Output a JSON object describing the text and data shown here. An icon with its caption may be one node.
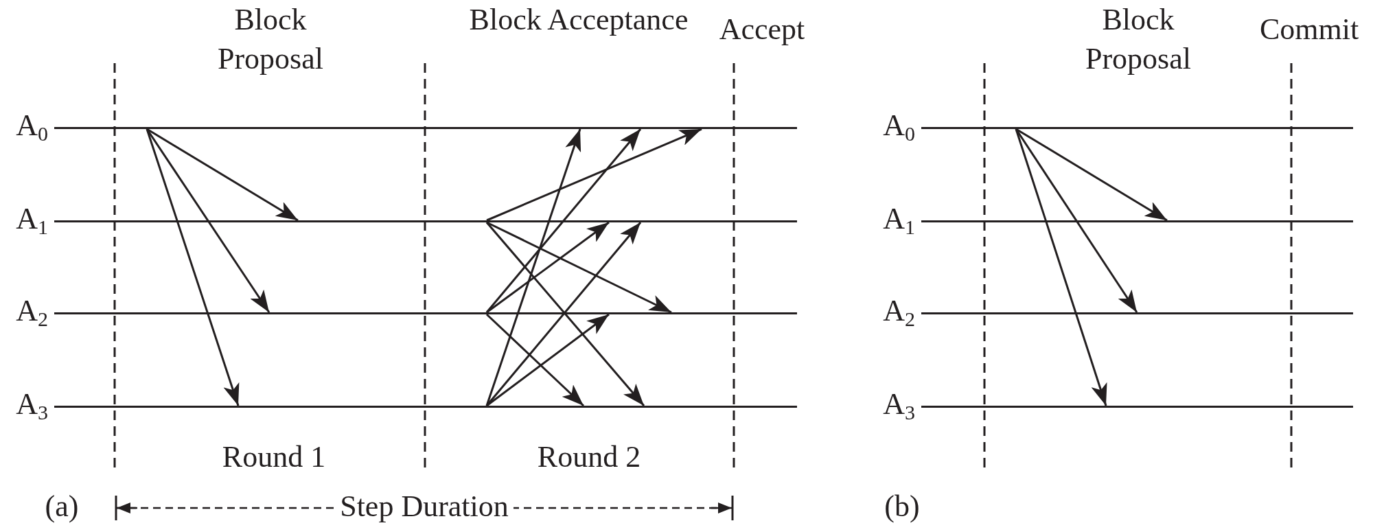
{
  "diagram": {
    "nodes": [
      {
        "text": [
          "A$_{0}$"
        ]
      },
      {
        "text": [
          "A$_{1}$"
        ]
      },
      {
        "text": [
          "A$_{2}$"
        ]
      },
      {
        "text": [
          "A$_{3}$"
        ]
      },
      {
        "text": [
          "A$_{0}$"
        ]
      },
      {
        "text": [
          "A$_{1}$"
        ]
      },
      {
        "text": [
          "A$_{2}$"
        ]
      },
      {
        "text": [
          "A$_{3}$"
        ]
      }
    ],
    "edges": [
      {
        "from": 0,
        "to": 1,
        "arrow": "to"
      },
      {
        "from": 0,
        "to": 2,
        "arrow": "to"
      },
      {
        "from": 0,
        "to": 3,
        "arrow": "to"
      },
      {
        "from": 1,
        "to": 0,
        "arrow": "to"
      },
      {
        "from": 1,
        "to": 2,
        "arrow": "to"
      },
      {
        "from": 1,
        "to": 3,
        "arrow": "to"
      },
      {
        "from": 2,
        "to": 0,
        "arrow": "to"
      },
      {
        "from": 2,
        "to": 1,
        "arrow": "to"
      },
      {
        "from": 2,
        "to": 3,
        "arrow": "to"
      },
      {
        "from": 3,
        "to": 0,
        "arrow": "to"
      },
      {
        "from": 3,
        "to": 1,
        "arrow": "to"
      },
      {
        "from": 3,
        "to": 2,
        "arrow": "to"
      },
      {
        "from": 4,
        "to": 5,
        "arrow": "to"
      },
      {
        "from": 4,
        "to": 6,
        "arrow": "to"
      },
      {
        "from": 4,
        "to": 7,
        "arrow": "to"
      }
    ],
    "labels": [
      "Block Proposal",
      "Block Acceptance",
      "Accept",
      "Round 1",
      "Round 2",
      "(a)",
      "Step Duration",
      "Block Proposal",
      "Commit",
      "(b)"
    ]
  }
}
